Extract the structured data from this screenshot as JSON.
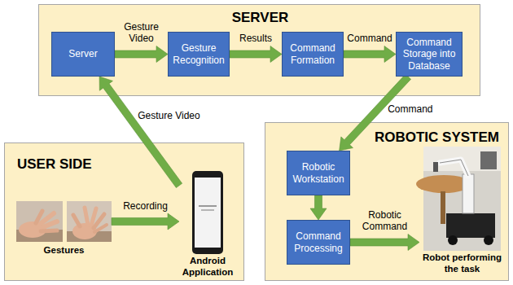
{
  "diagram": {
    "nodes": [
      {
        "text": [
          "SERVER"
        ]
      },
      {
        "text": [
          "Server"
        ],
        "in": 0
      },
      {
        "text": [
          "Gesture Recognition"
        ],
        "in": 0
      },
      {
        "text": [
          "Command Formation"
        ],
        "in": 0
      },
      {
        "text": [
          "Command Storage into Database"
        ],
        "in": 0
      },
      {
        "text": [
          "USER SIDE"
        ]
      },
      {
        "text": [
          "Gestures"
        ],
        "in": 5
      },
      {
        "text": [
          "Android Application"
        ],
        "in": 5
      },
      {
        "text": [
          "ROBOTIC SYSTEM"
        ]
      },
      {
        "text": [
          "Robotic Workstation"
        ],
        "in": 8
      },
      {
        "text": [
          "Command Processing"
        ],
        "in": 8
      },
      {
        "text": [
          "Robot performing the task"
        ],
        "in": 8
      }
    ],
    "edges": [
      {
        "from": 1,
        "to": 2,
        "label": "Gesture Video",
        "arrow": "to"
      },
      {
        "from": 2,
        "to": 3,
        "label": "Results",
        "arrow": "to"
      },
      {
        "from": 3,
        "to": 4,
        "label": "Command",
        "arrow": "to"
      },
      {
        "from": 4,
        "to": 9,
        "label": "Command",
        "arrow": "to"
      },
      {
        "from": 9,
        "to": 10,
        "arrow": "to"
      },
      {
        "from": 10,
        "to": 11,
        "label": "Robotic Command",
        "arrow": "to"
      },
      {
        "from": 6,
        "to": 7,
        "label": "Recording",
        "arrow": "to"
      },
      {
        "from": 7,
        "to": 1,
        "label": "Gesture Video",
        "arrow": "to"
      }
    ]
  }
}
